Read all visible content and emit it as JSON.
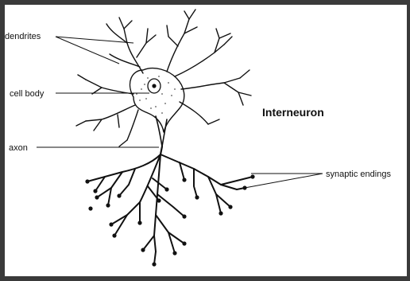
{
  "diagram": {
    "title": "Interneuron",
    "labels": {
      "dendrites": "dendrites",
      "cell_body": "cell body",
      "axon": "axon",
      "synaptic_endings": "synaptic endings"
    }
  }
}
